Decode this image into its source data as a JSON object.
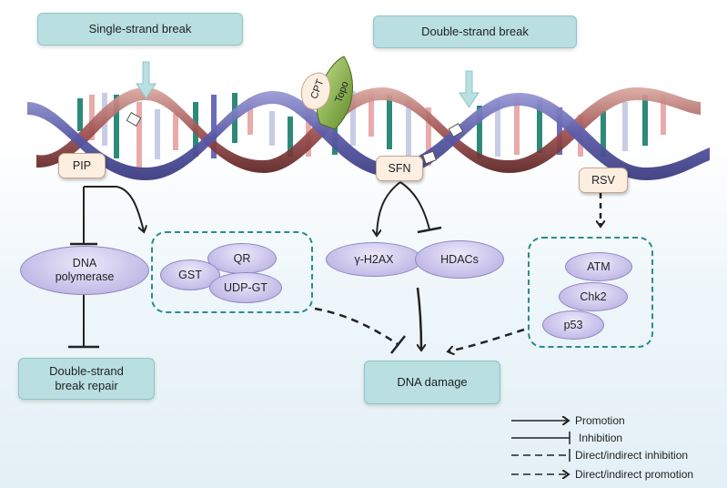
{
  "top": {
    "single_strand_break": "Single-strand break",
    "double_strand_break": "Double-strand break"
  },
  "enzyme": {
    "cpt": "CPT",
    "topo": "Topo"
  },
  "agents": {
    "pip": "PIP",
    "sfn": "SFN",
    "rsv": "RSV"
  },
  "left": {
    "dna_polymerase": "DNA polymerase",
    "double_strand_break_repair": "Double-strand break repair",
    "gst": "GST",
    "qr": "QR",
    "udp_gt": "UDP-GT"
  },
  "middle": {
    "gamma_h2ax": "γ-H2AX",
    "hdacs": "HDACs",
    "dna_damage": "DNA damage"
  },
  "right": {
    "atm": "ATM",
    "chk2": "Chk2",
    "p53": "p53"
  },
  "legend": {
    "promotion": "Promotion",
    "inhibition": "Inhibition",
    "direct_indirect_inhibition": "Direct/indirect inhibition",
    "direct_indirect_promotion": "Direct/indirect promotion"
  },
  "colors": {
    "box_fill": "#b9dfe0",
    "strand_blue": "#6f6fb8",
    "strand_red": "#a04a4a",
    "teal_dash": "#2b8c8c",
    "tag_fill": "#fdeee2"
  }
}
